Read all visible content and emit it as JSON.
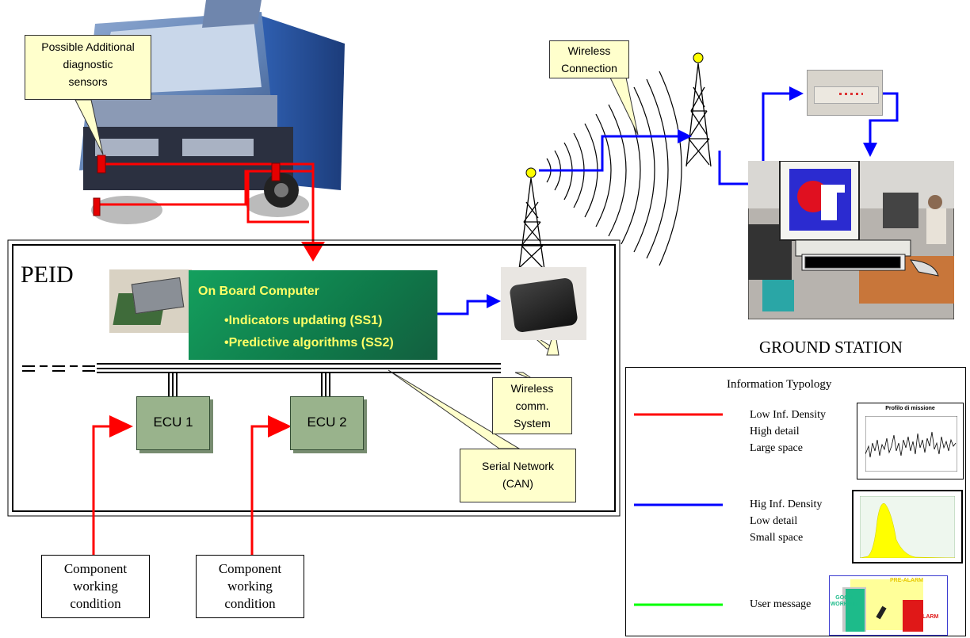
{
  "truck": {
    "callout_line1": "Possible Additional",
    "callout_line2": "diagnostic",
    "callout_line3": "sensors"
  },
  "wireless_connection": {
    "line1": "Wireless",
    "line2": "Connection"
  },
  "peid": {
    "title": "PEID",
    "computer_title": "On Board Computer",
    "computer_item1": "•Indicators updating (SS1)",
    "computer_item2": "•Predictive algorithms (SS2)",
    "ecu1": "ECU 1",
    "ecu2": "ECU 2",
    "wireless_system": {
      "line1": "Wireless",
      "line2": "comm.",
      "line3": "System"
    },
    "serial_network": {
      "line1": "Serial Network",
      "line2": "(CAN)"
    }
  },
  "components": [
    {
      "line1": "Component",
      "line2": "working",
      "line3": "condition"
    },
    {
      "line1": "Component",
      "line2": "working",
      "line3": "condition"
    }
  ],
  "ground_station": {
    "label": "GROUND STATION"
  },
  "legend": {
    "title": "Information Typology",
    "rows": [
      {
        "color": "#ff0000",
        "line1": "Low Inf. Density",
        "line2": "High detail",
        "line3": "Large space",
        "thumb_title": "Profilo di missione"
      },
      {
        "color": "#0000ff",
        "line1": "Hig Inf. Density",
        "line2": "Low detail",
        "line3": "Small space"
      },
      {
        "color": "#00ff00",
        "line1": "User message",
        "good": "GOOD WORKING",
        "pre": "PRE-ALARM",
        "alarm": "ALARM"
      }
    ]
  },
  "colors": {
    "red": "#ff0000",
    "blue": "#0000ff",
    "green": "#00ff00",
    "computer_bg": "#1b8c5a",
    "callout_bg": "#ffffcc"
  }
}
